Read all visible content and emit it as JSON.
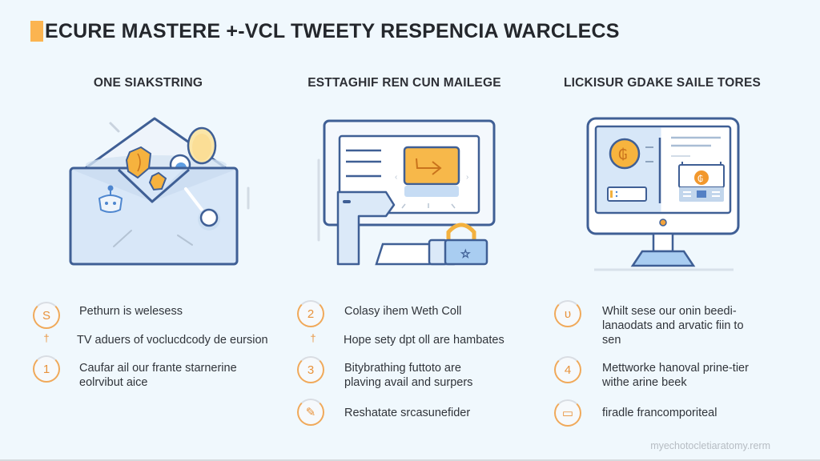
{
  "header": {
    "title": "ECURE MASTERE +-VCL TWEETY RESPENCIA WARCLECS",
    "accent_color": "#fbb450"
  },
  "columns": [
    {
      "heading": "ONE SIAKSTRING",
      "illustration": "envelope-with-shields-icon",
      "items": [
        {
          "badge": "S",
          "badge_icon": "dollar-sign-icon",
          "text": "Pethurn is welesess"
        },
        {
          "badge": "†",
          "badge_icon": "dagger-icon",
          "text": "TV aduers of voclucdcody de eursion"
        },
        {
          "badge": "1",
          "badge_icon": "number-1-icon",
          "text": "Caufar ail our frante starnerine eolrvibut aice"
        }
      ]
    },
    {
      "heading": "ESTTAGHIF REN CUN MAILEGE",
      "illustration": "monitor-with-lock-icon",
      "items": [
        {
          "badge": "2",
          "badge_icon": "number-2-icon",
          "text": "Colasy ihem Weth Coll"
        },
        {
          "badge": "†",
          "badge_icon": "dagger-icon",
          "text": "Hope sety dpt oll are hambates"
        },
        {
          "badge": "3",
          "badge_icon": "number-3-icon",
          "text": "Bitybrathing futtoto are plaving avail and surpers"
        },
        {
          "badge": "✎",
          "badge_icon": "pencil-icon",
          "text": "Reshatate srcasunefider"
        }
      ]
    },
    {
      "heading": "LICKISUR GDAKE SAILE TORES",
      "illustration": "monitor-with-coin-icon",
      "items": [
        {
          "badge": "υ",
          "badge_icon": "glyph-u-icon",
          "text": "Whilt sese our onin beedi-lanaodats and arvatic fiin to sen"
        },
        {
          "badge": "4",
          "badge_icon": "number-4-icon",
          "text": "Mettworke hanoval prine-tier withe arine beek"
        },
        {
          "badge": "▭",
          "badge_icon": "box-icon",
          "text": "firadle francomporiteal"
        }
      ]
    }
  ],
  "footer": {
    "watermark": "myechotocletiaratomy.rerm"
  },
  "colors": {
    "background": "#f0f8fd",
    "outline_blue": "#3f5f95",
    "fill_blue": "#d6e6f8",
    "accent_orange": "#f0a95a",
    "gold": "#f6b844"
  }
}
